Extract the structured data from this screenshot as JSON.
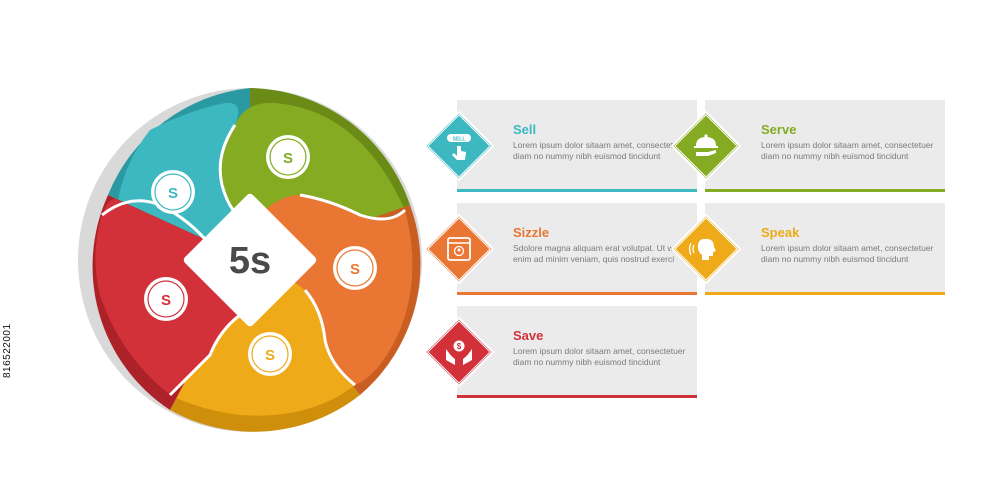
{
  "center_label": "5s",
  "segments": [
    {
      "letter": "S",
      "color": "#3db8c1",
      "dark": "#2a99a1"
    },
    {
      "letter": "S",
      "color": "#84ab22",
      "dark": "#6a8c16"
    },
    {
      "letter": "S",
      "color": "#ea7633",
      "dark": "#c95e22"
    },
    {
      "letter": "S",
      "color": "#eeaa18",
      "dark": "#cf8f0b"
    },
    {
      "letter": "S",
      "color": "#d2313a",
      "dark": "#ad2229"
    }
  ],
  "items": [
    {
      "title": "Sell",
      "color": "#3db8c1",
      "icon": "sell-tag-icon",
      "text": "Lorem ipsum dolor sitaam amet, consectetuer diam no nummy nibh euismod tincidunt"
    },
    {
      "title": "Serve",
      "color": "#84ab22",
      "icon": "serving-cloche-icon",
      "text": "Lorem ipsum dolor sitaam amet, consectetuer diam no nummy nibh euismod tincidunt"
    },
    {
      "title": "Sizzle",
      "color": "#ea7633",
      "icon": "web-profile-icon",
      "text": "Sdolore magna aliquam erat volutpat. Ut wisi enim ad minim veniam, quis nostrud exerci"
    },
    {
      "title": "Speak",
      "color": "#eeaa18",
      "icon": "speaking-head-icon",
      "text": "Lorem ipsum dolor sitaam amet, consectetuer diam no nummy nibh euismod tincidunt"
    },
    {
      "title": "Save",
      "color": "#d2313a",
      "icon": "money-hands-icon",
      "text": "Lorem ipsum dolor sitaam amet, consectetuer diam no nummy nibh euismod tincidunt"
    }
  ],
  "sell_badge_text": "SELL",
  "side_label": "816522001"
}
